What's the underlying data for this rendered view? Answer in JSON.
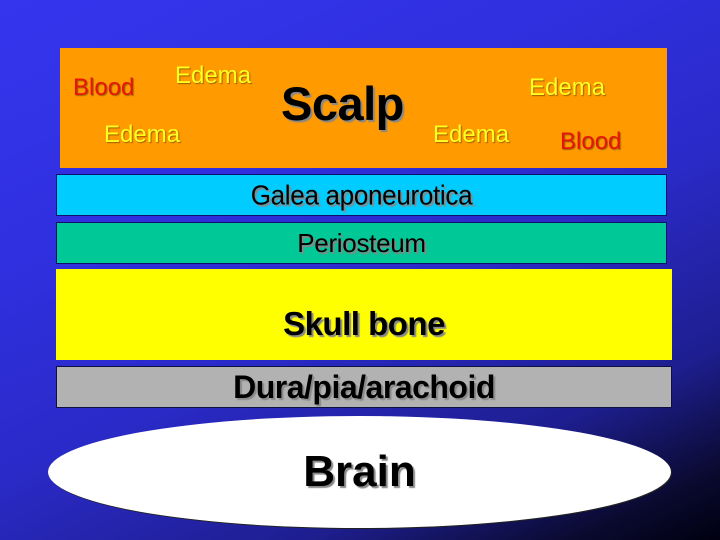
{
  "diagram": {
    "type": "layered anatomical diagram",
    "layers": [
      {
        "id": "scalp",
        "label": "Scalp",
        "color": "#ff9a00"
      },
      {
        "id": "galea",
        "label": "Galea aponeurotica",
        "color": "#00ccff"
      },
      {
        "id": "periosteum",
        "label": "Periosteum",
        "color": "#00c896"
      },
      {
        "id": "skull",
        "label": "Skull bone",
        "color": "#ffff00"
      },
      {
        "id": "dura",
        "label": "Dura/pia/arachoid",
        "color": "#b2b2b2"
      },
      {
        "id": "brain",
        "label": "Brain",
        "color": "#ffffff"
      }
    ],
    "annotations": [
      {
        "text": "Blood",
        "color": "#e8140a",
        "position": "scalp-left"
      },
      {
        "text": "Edema",
        "color": "#ffff20",
        "position": "scalp-top-left"
      },
      {
        "text": "Edema",
        "color": "#ffff20",
        "position": "scalp-bottom-left"
      },
      {
        "text": "Edema",
        "color": "#ffff20",
        "position": "scalp-top-right"
      },
      {
        "text": "Edema",
        "color": "#ffff20",
        "position": "scalp-bottom-middle"
      },
      {
        "text": "Blood",
        "color": "#e8140a",
        "position": "scalp-bottom-right"
      }
    ]
  },
  "background": {
    "gradient_start": "#3535ee",
    "gradient_end": "#000010"
  }
}
